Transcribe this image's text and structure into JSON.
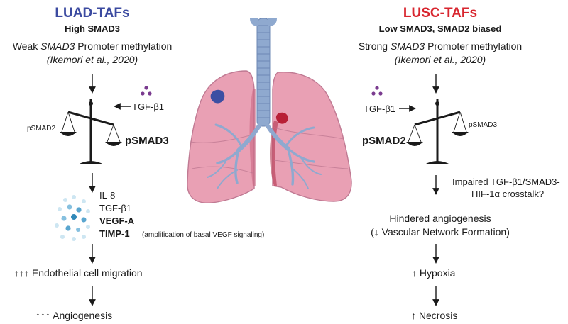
{
  "left": {
    "title": "LUAD-TAFs",
    "subtitle": "High SMAD3",
    "methyl_pre": "Weak ",
    "methyl_gene": "SMAD3",
    "methyl_post": " Promoter methylation",
    "citation": "(Ikemori et al., 2020)",
    "tgf_label": "TGF-β1",
    "psmad_small": "pSMAD2",
    "psmad_big": "pSMAD3",
    "factors": [
      "IL-8",
      "TGF-β1",
      "VEGF-A",
      "TIMP-1"
    ],
    "timp_note": "(amplification of basal VEGF signaling)",
    "migration": "↑↑↑ Endothelial cell migration",
    "angiogenesis": "↑↑↑ Angiogenesis"
  },
  "right": {
    "title": "LUSC-TAFs",
    "subtitle": "Low SMAD3, SMAD2 biased",
    "methyl_pre": "Strong ",
    "methyl_gene": "SMAD3",
    "methyl_post": " Promoter methylation",
    "citation": "(Ikemori et al., 2020)",
    "tgf_label": "TGF-β1",
    "psmad_small": "pSMAD3",
    "psmad_big": "pSMAD2",
    "crosstalk_line1": "Impaired TGF-β1/SMAD3-",
    "crosstalk_line2": "HIF-1α crosstalk?",
    "hindered": "Hindered angiogenesis",
    "vascular": "(↓ Vascular Network Formation)",
    "hypoxia": "↑ Hypoxia",
    "necrosis": "↑ Necrosis"
  },
  "colors": {
    "luad": "#3b4aa0",
    "lusc": "#d8262f",
    "lung": "#e9a0b4",
    "trachea": "#8fa9cf",
    "ligand": "#7a3b8f",
    "vesicle": "#2f88b8"
  }
}
